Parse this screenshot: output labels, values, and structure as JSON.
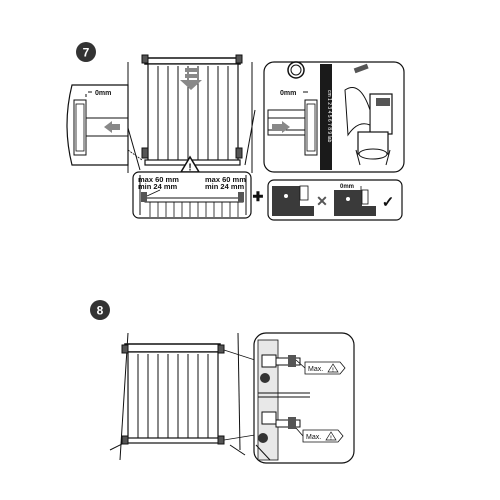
{
  "step7": {
    "number": "7",
    "left_detail_label": "0mm",
    "right_detail_label": "0mm",
    "tape_marks": "cm 1 2 3 4 5 6 7 8 9 lab",
    "warning_symbol": "!",
    "gap_left_max": "max 60 mm",
    "gap_left_min": "min 24 mm",
    "gap_right_max": "max 60 mm",
    "gap_right_min": "min 24 mm",
    "plus_symbol": "✚",
    "correct_label": "0mm",
    "wrong_symbol": "✕",
    "check_symbol": "✓"
  },
  "step8": {
    "number": "8",
    "callout_top": "Max.",
    "callout_bottom": "Max.",
    "callout_warning": "!"
  },
  "colors": {
    "ink": "#111111",
    "badge": "#333333",
    "panel_fill": "#e8e8e8",
    "dark_fill": "#3a3a3a"
  },
  "icons": [
    "warning-triangle-icon",
    "plus-icon",
    "cross-icon",
    "check-icon",
    "arrow-left-icon",
    "arrow-right-icon",
    "arrow-down-icon"
  ]
}
